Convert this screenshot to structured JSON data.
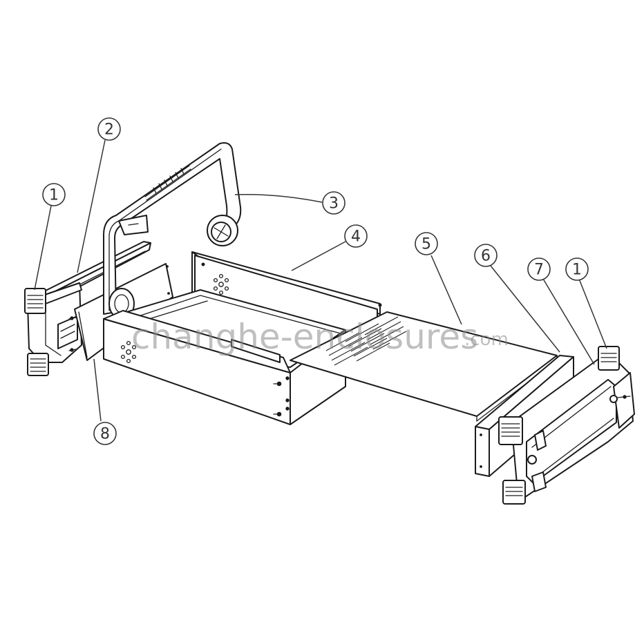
{
  "watermark": {
    "main": "changhe-enclosures",
    "suffix": ".com"
  },
  "callouts": [
    {
      "id": "callout-1-left",
      "label": "1"
    },
    {
      "id": "callout-2",
      "label": "2"
    },
    {
      "id": "callout-3",
      "label": "3"
    },
    {
      "id": "callout-4",
      "label": "4"
    },
    {
      "id": "callout-5",
      "label": "5"
    },
    {
      "id": "callout-6",
      "label": "6"
    },
    {
      "id": "callout-7",
      "label": "7"
    },
    {
      "id": "callout-1-right",
      "label": "1"
    },
    {
      "id": "callout-8",
      "label": "8"
    }
  ],
  "colors": {
    "line": "#1a1a1a",
    "callout": "#333333",
    "background": "#ffffff",
    "watermark": "#8a8a8a"
  }
}
